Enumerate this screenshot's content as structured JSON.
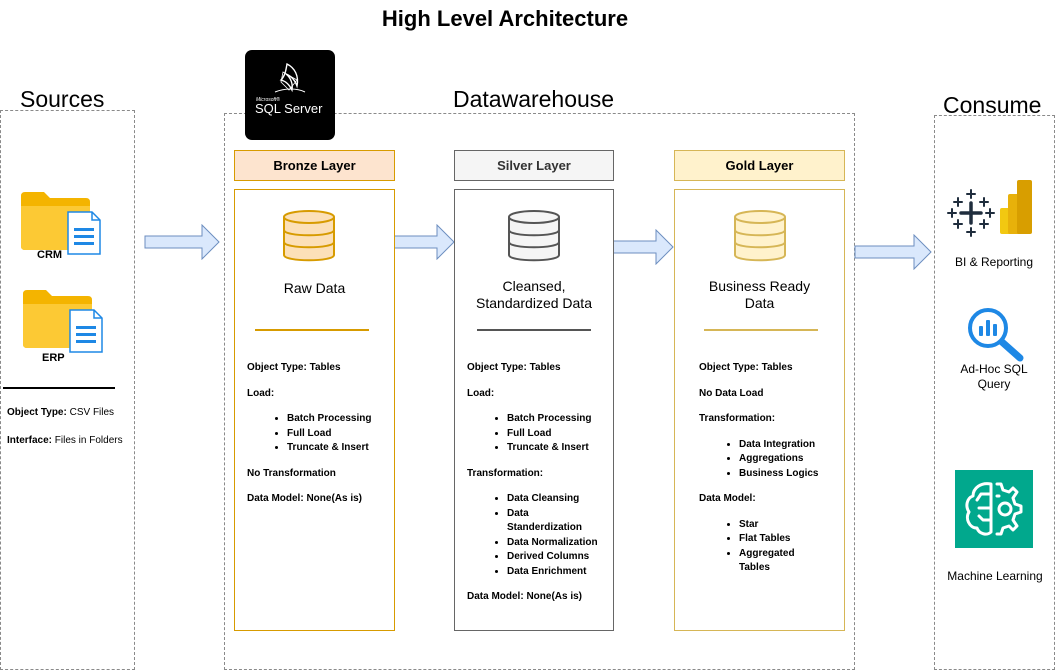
{
  "title": "High Level Architecture",
  "sections": {
    "sources": "Sources",
    "datawarehouse": "Datawarehouse",
    "consume": "Consume"
  },
  "sql_server": {
    "small": "Microsoft®",
    "name": "SQL Server"
  },
  "sources": {
    "crm": "CRM",
    "erp": "ERP",
    "object_type_label": "Object Type:",
    "object_type_value": " CSV Files",
    "interface_label": "Interface:",
    "interface_value": " Files in Folders"
  },
  "layers": {
    "bronze": {
      "header": "Bronze Layer",
      "name": "Raw Data",
      "object_type": "Object Type: Tables",
      "load_label": "Load:",
      "load_items": [
        "Batch Processing",
        "Full Load",
        "Truncate & Insert"
      ],
      "transformation": "No Transformation",
      "data_model": "Data Model: None(As is)"
    },
    "silver": {
      "header": "Silver Layer",
      "name_line1": "Cleansed,",
      "name_line2": "Standardized Data",
      "object_type": "Object Type: Tables",
      "load_label": "Load:",
      "load_items": [
        "Batch Processing",
        "Full Load",
        "Truncate & Insert"
      ],
      "transformation_label": "Transformation:",
      "transformation_items": [
        "Data Cleansing",
        "Data Standerdization",
        "Data Normalization",
        "Derived Columns",
        "Data Enrichment"
      ],
      "data_model": "Data Model: None(As is)"
    },
    "gold": {
      "header": "Gold Layer",
      "name_line1": "Business Ready",
      "name_line2": "Data",
      "object_type": "Object Type: Tables",
      "load": "No Data Load",
      "transformation_label": "Transformation:",
      "transformation_items": [
        "Data Integration",
        "Aggregations",
        "Business Logics"
      ],
      "data_model_label": "Data Model:",
      "data_model_items": [
        "Star",
        "Flat Tables",
        "Aggregated Tables"
      ]
    }
  },
  "consume": {
    "bi": "BI & Reporting",
    "adhoc_line1": "Ad-Hoc SQL",
    "adhoc_line2": "Query",
    "ml": "Machine Learning"
  },
  "colors": {
    "bronze_border": "#d79b00",
    "bronze_fill": "#fde4cf",
    "silver_border": "#666666",
    "silver_fill": "#f5f5f5",
    "gold_border": "#d6b656",
    "gold_fill": "#fff2cc",
    "arrow_fill": "#dae8fc",
    "arrow_stroke": "#6c8ebf",
    "ml_teal": "#01a88d"
  }
}
